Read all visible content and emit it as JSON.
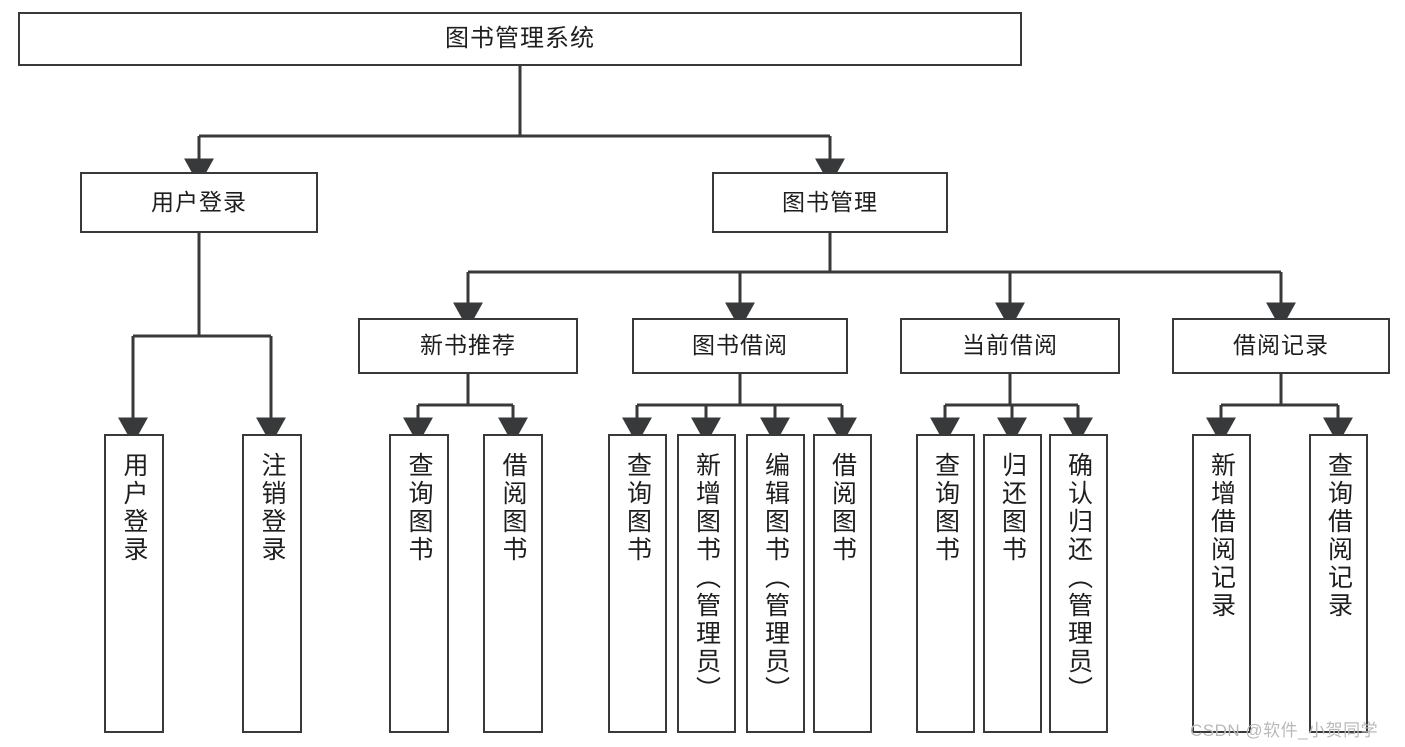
{
  "diagram": {
    "title": "图书管理系统",
    "type": "功能结构图",
    "style": {
      "background": "#ffffff",
      "box_border": "#38393a",
      "box_fill": "#ffffff",
      "text_color": "#1e1e1e",
      "edge_color": "#38393a",
      "watermark_color": "#b9b9b9"
    },
    "root": {
      "label": "图书管理系统"
    },
    "level2": [
      {
        "label": "用户登录"
      },
      {
        "label": "图书管理"
      }
    ],
    "level3": [
      {
        "label": "新书推荐"
      },
      {
        "label": "图书借阅"
      },
      {
        "label": "当前借阅"
      },
      {
        "label": "借阅记录"
      }
    ],
    "leaves": {
      "user_login": [
        {
          "label": "用户登录"
        },
        {
          "label": "注销登录"
        }
      ],
      "new_book": [
        {
          "label": "查询图书"
        },
        {
          "label": "借阅图书"
        }
      ],
      "book_borrow": [
        {
          "label": "查询图书"
        },
        {
          "label": "新增图书（管理员）"
        },
        {
          "label": "编辑图书（管理员）"
        },
        {
          "label": "借阅图书"
        }
      ],
      "current_borrow": [
        {
          "label": "查询图书"
        },
        {
          "label": "归还图书"
        },
        {
          "label": "确认归还（管理员）"
        }
      ],
      "borrow_record": [
        {
          "label": "新增借阅记录"
        },
        {
          "label": "查询借阅记录"
        }
      ]
    },
    "watermark": "CSDN @软件_小贺同学"
  }
}
